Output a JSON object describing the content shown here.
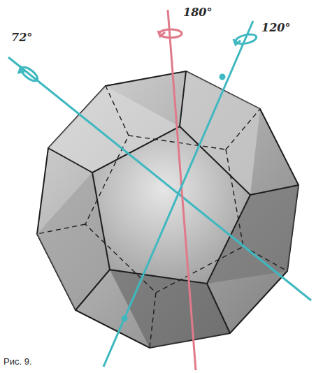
{
  "diagram": {
    "caption": "Рис. 9.",
    "labels": [
      "72°",
      "180°",
      "120°"
    ]
  }
}
